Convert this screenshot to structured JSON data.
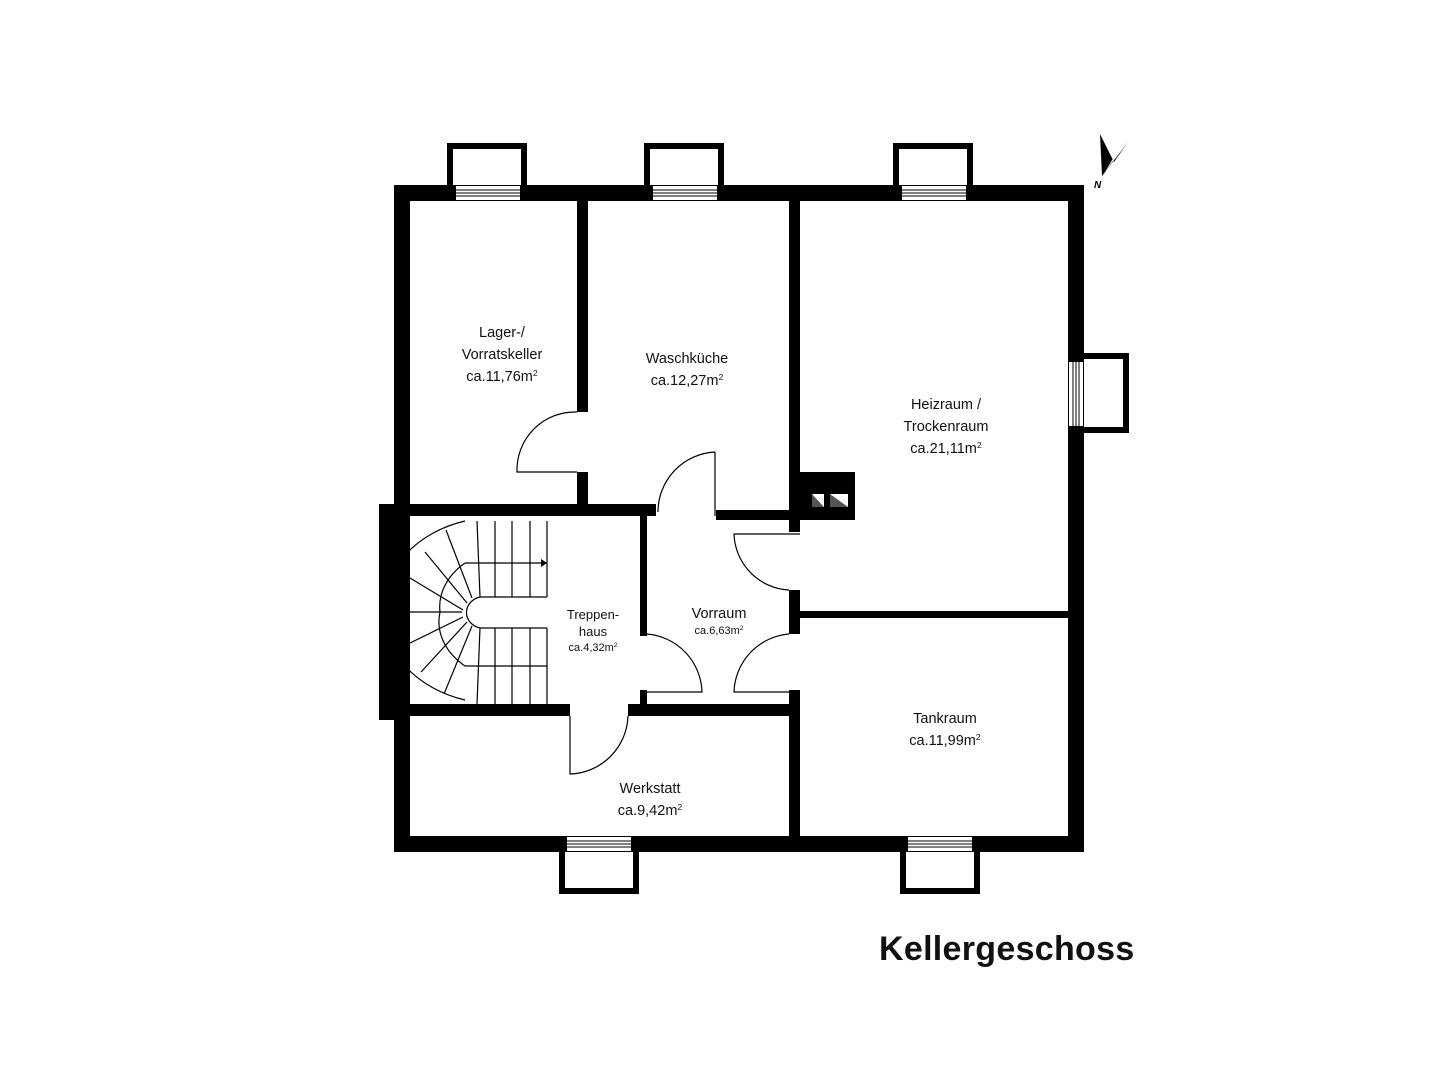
{
  "title": "Kellergeschoss",
  "compass": {
    "label": "N",
    "icon": "north-arrow-icon"
  },
  "rooms": [
    {
      "id": "lager",
      "name_line1": "Lager-/",
      "name_line2": "Vorratskeller",
      "area": "ca.11,76m",
      "unit_sup": "2"
    },
    {
      "id": "waschkueche",
      "name_line1": "Waschküche",
      "area": "ca.12,27m",
      "unit_sup": "2"
    },
    {
      "id": "heizraum",
      "name_line1": "Heizraum /",
      "name_line2": "Trockenraum",
      "area": "ca.21,11m",
      "unit_sup": "2"
    },
    {
      "id": "treppenhaus",
      "name_line1": "Treppen-",
      "name_line2": "haus",
      "area": "ca.4,32m",
      "unit_sup": "2"
    },
    {
      "id": "vorraum",
      "name_line1": "Vorraum",
      "area": "ca.6,63m",
      "unit_sup": "2"
    },
    {
      "id": "tankraum",
      "name_line1": "Tankraum",
      "area": "ca.11,99m",
      "unit_sup": "2"
    },
    {
      "id": "werkstatt",
      "name_line1": "Werkstatt",
      "area": "ca.9,42m",
      "unit_sup": "2"
    }
  ],
  "colors": {
    "wall": "#000000",
    "background": "#ffffff",
    "text": "#111111"
  }
}
